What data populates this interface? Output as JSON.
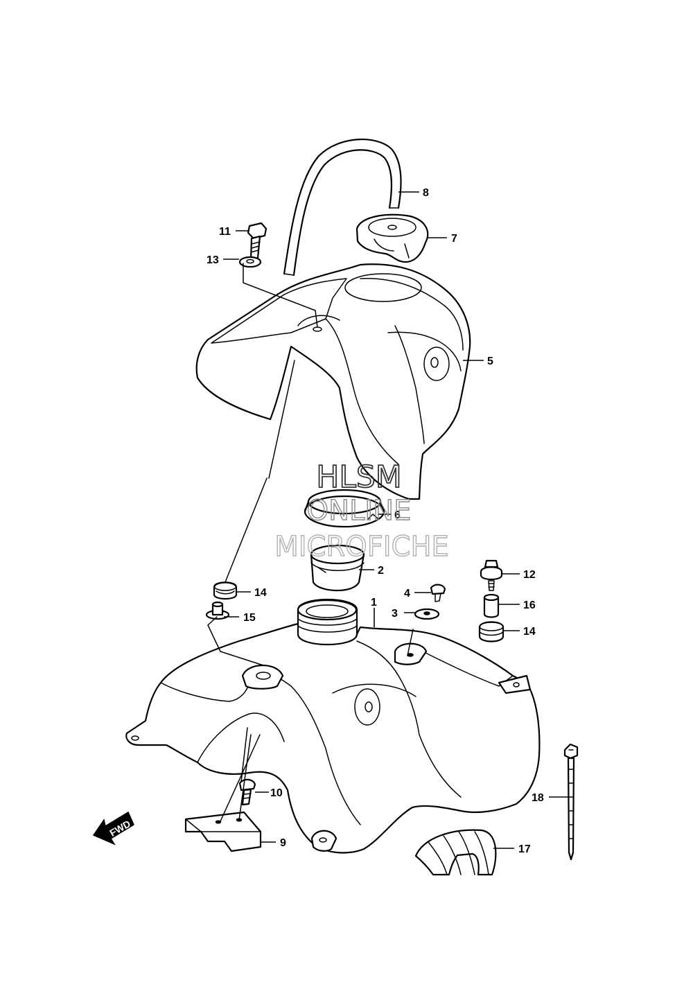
{
  "diagram": {
    "callouts": [
      "1",
      "2",
      "3",
      "4",
      "5",
      "6",
      "7",
      "8",
      "9",
      "10",
      "11",
      "12",
      "13",
      "14",
      "14",
      "15",
      "16",
      "17",
      "18"
    ],
    "direction_label": "FWD",
    "watermark": {
      "line1": "HLSM",
      "line2": "ONLINE",
      "line3": "MICROFICHE"
    }
  }
}
